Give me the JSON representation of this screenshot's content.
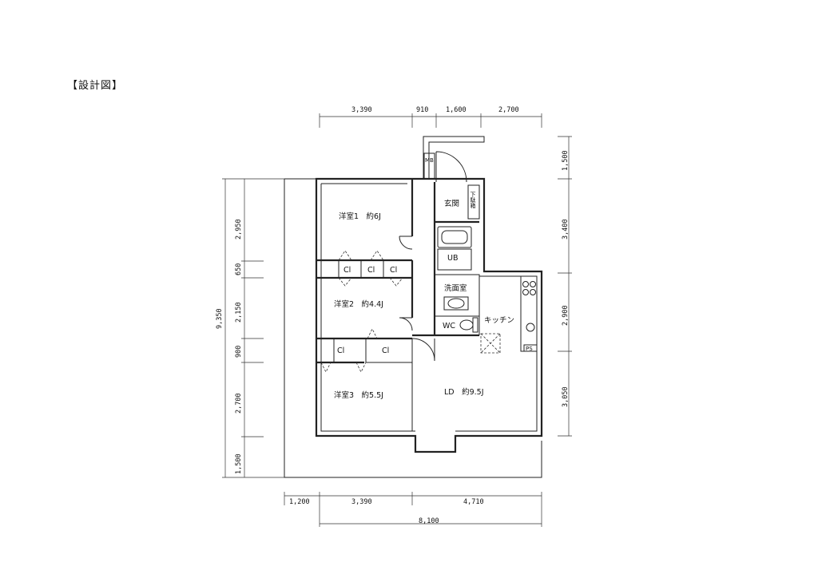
{
  "title": "【設計図】",
  "rooms": {
    "bedroom1": "洋室1　約6J",
    "bedroom2": "洋室2　約4.4J",
    "bedroom3": "洋室3　約5.5J",
    "ld": "LD　約9.5J",
    "entrance": "玄関",
    "shoe_box": "下駄箱",
    "ub": "UB",
    "washroom": "洗面室",
    "wc": "WC",
    "kitchen": "キッチン",
    "mb": "MB",
    "ps": "PS",
    "cl1": "Cl",
    "cl2": "Cl",
    "cl3": "Cl",
    "cl4": "Cl",
    "cl5": "Cl"
  },
  "dimensions": {
    "top": [
      "3,390",
      "910",
      "1,600",
      "2,700"
    ],
    "bottom_row1": [
      "1,200",
      "3,390",
      "4,710"
    ],
    "bottom_total": "8,100",
    "left": [
      "2,950",
      "650",
      "2,150",
      "900",
      "2,700",
      "1,500"
    ],
    "left_total": "9,350",
    "right": [
      "1,500",
      "3,400",
      "2,900",
      "3,050"
    ]
  }
}
